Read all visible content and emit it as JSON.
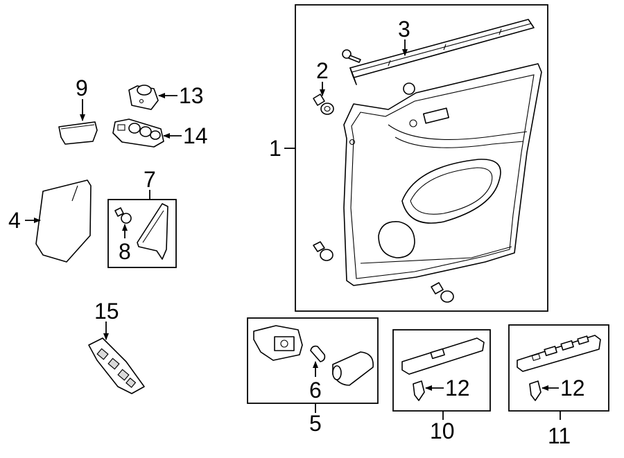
{
  "callouts": {
    "c1": "1",
    "c2": "2",
    "c3": "3",
    "c4": "4",
    "c5": "5",
    "c6": "6",
    "c7": "7",
    "c8": "8",
    "c9": "9",
    "c10": "10",
    "c11": "11",
    "c12a": "12",
    "c12b": "12",
    "c13": "13",
    "c14": "14",
    "c15": "15"
  }
}
